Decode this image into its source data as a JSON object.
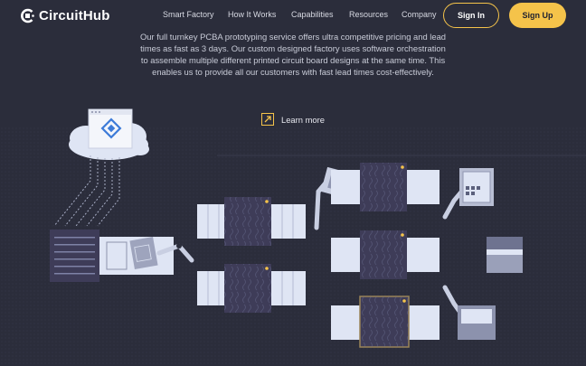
{
  "brand": {
    "name": "CircuitHub",
    "accent": "#f5c34a",
    "logo_icon": "chip-icon"
  },
  "nav": {
    "links": [
      "Smart Factory",
      "How It Works",
      "Capabilities",
      "Resources",
      "Company"
    ],
    "sign_in": "Sign In",
    "sign_up": "Sign Up"
  },
  "hero": {
    "description": "Our full turnkey PCBA prototyping service offers ultra competitive pricing and lead times as fast as 3 days. Our custom designed factory uses software orchestration to assemble multiple different  printed circuit board designs at the same time. This enables us to provide all our customers with fast lead times cost-effectively.",
    "learn_more": "Learn more",
    "learn_more_icon": "arrow-up-right-icon"
  },
  "colors": {
    "background": "#2b2d3b",
    "machine": "#3e3c58",
    "panel": "#dfe5f4"
  }
}
